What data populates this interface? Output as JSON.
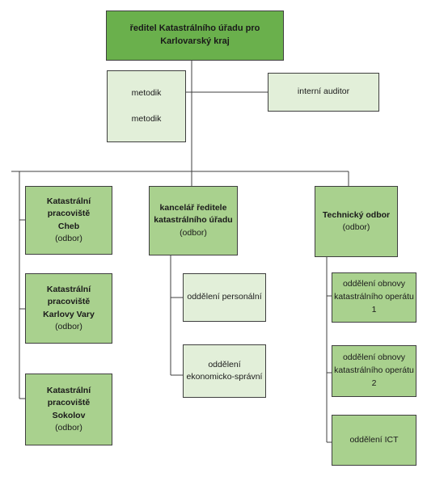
{
  "director": {
    "label": "ředitel Katastrálního úřadu pro Karlovarský kraj"
  },
  "advisors": {
    "metodik_1": "metodik",
    "metodik_2": "metodik",
    "auditor": "interní auditor"
  },
  "branches": {
    "cheb": {
      "line1": "Katastrální pracoviště",
      "line2": "Cheb",
      "line3": "(odbor)"
    },
    "karlovy_vary": {
      "line1": "Katastrální pracoviště",
      "line2": "Karlovy Vary",
      "line3": "(odbor)"
    },
    "sokolov": {
      "line1": "Katastrální pracoviště",
      "line2": "Sokolov",
      "line3": "(odbor)"
    }
  },
  "office": {
    "line1": "kancelář ředitele",
    "line2": "katastrálního úřadu",
    "line3": "(odbor)",
    "personnel": "oddělení personální",
    "economic": {
      "line1": "oddělení",
      "line2": "ekonomicko-správní"
    }
  },
  "technical": {
    "line1": "Technický odbor",
    "line2": "(odbor)",
    "renewal_1": {
      "line1": "oddělení obnovy",
      "line2": "katastrálního operátu",
      "line3": "1"
    },
    "renewal_2": {
      "line1": "oddělení obnovy",
      "line2": "katastrálního operátu",
      "line3": "2"
    },
    "ict": "oddělení ICT"
  },
  "colors": {
    "top": "#6ab04c",
    "department": "#a9d18e",
    "unit": "#e2efd9",
    "line": "#3f3f3f"
  }
}
